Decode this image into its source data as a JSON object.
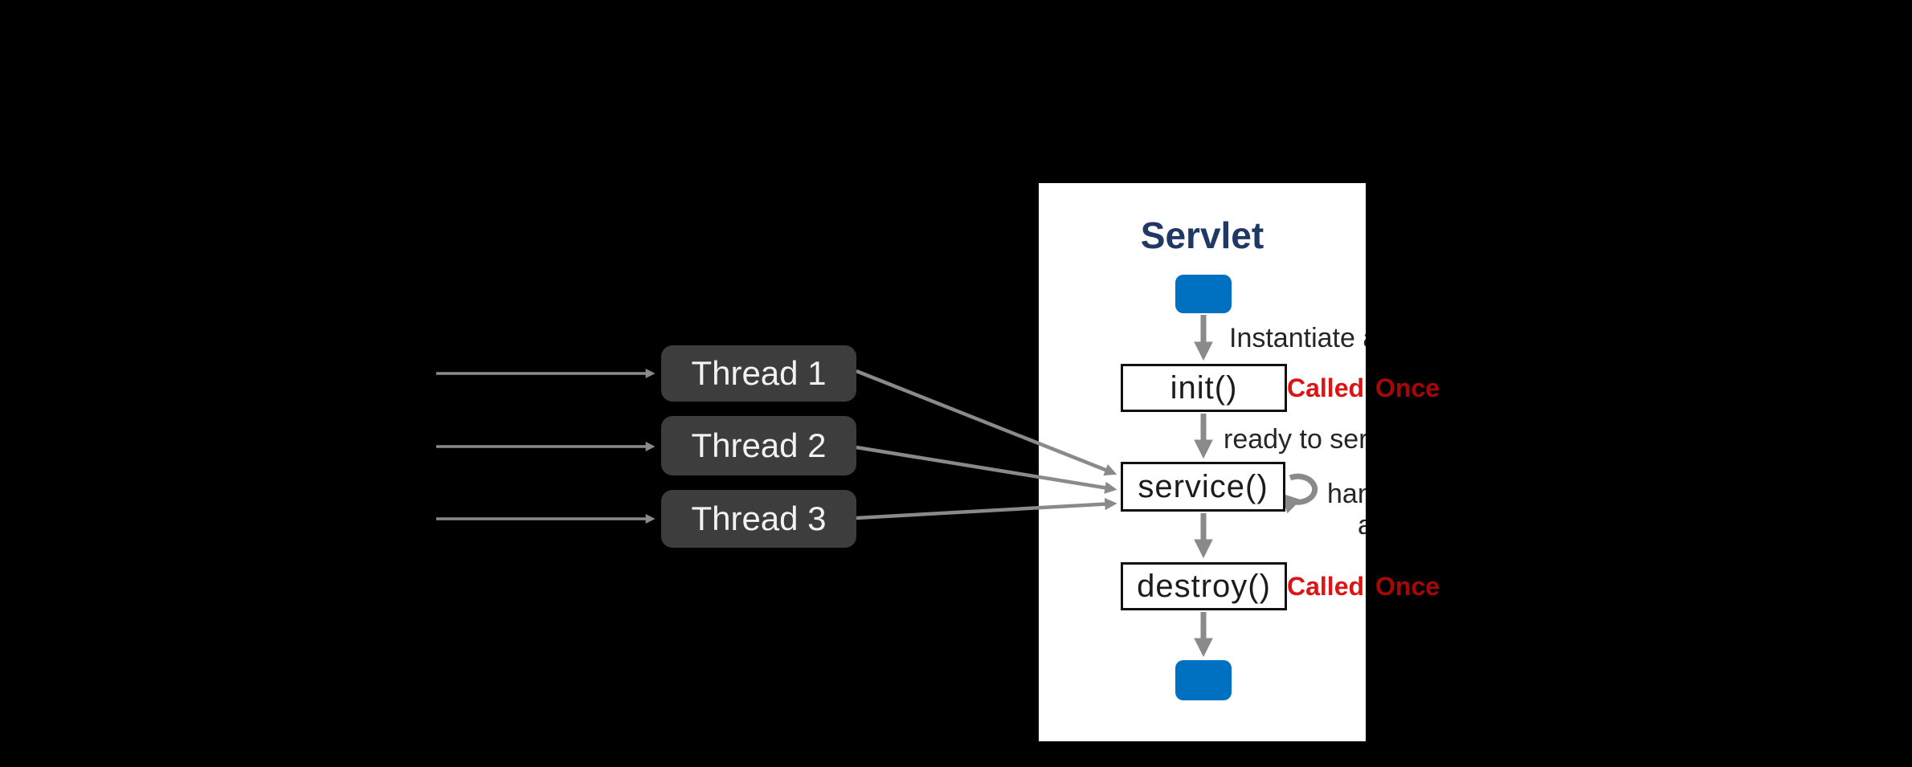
{
  "canvas": {
    "background_color": "#000000"
  },
  "panel": {
    "title": "Servlet",
    "title_color": "#1F3864",
    "background_color": "#FFFFFF",
    "nodes": {
      "init": "init()",
      "service": "service()",
      "destroy": "destroy()"
    },
    "start_end_node_color": "#0070C0",
    "annotations": {
      "instantiate": "Instantiate a",
      "ready": "ready to serv",
      "handle_line1": "hand",
      "handle_line2": "an"
    }
  },
  "threads": {
    "box_color": "#3D3D3D",
    "text_color": "#F2F2F2",
    "items": [
      {
        "label": "Thread 1"
      },
      {
        "label": "Thread 2"
      },
      {
        "label": "Thread 3"
      }
    ]
  },
  "badges": {
    "called": "Called",
    "once": "Once",
    "color_on_white": "#DC1414",
    "color_on_black": "#A50808"
  },
  "arrows": {
    "color": "#8A8A8A"
  }
}
